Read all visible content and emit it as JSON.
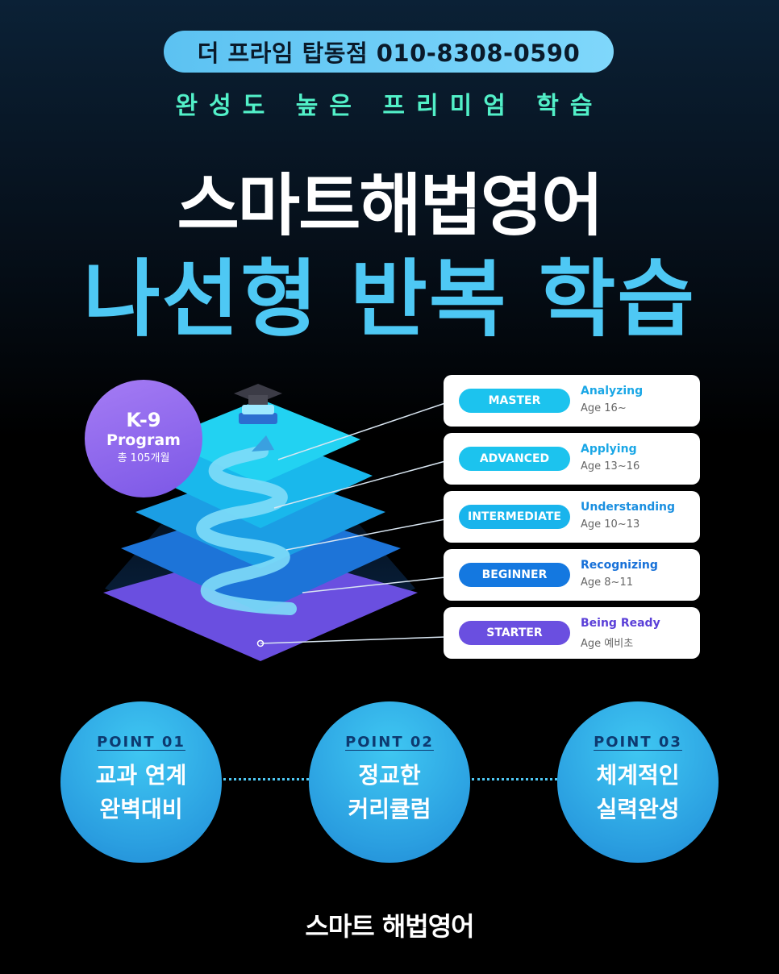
{
  "header": {
    "phone_pill": "더 프라임 탑동점 010-8308-0590",
    "tagline": "완성도 높은 프리미엄 학습",
    "title_line1": "스마트해법영어",
    "title_line2": "나선형 반복 학습"
  },
  "program": {
    "name": "K-9",
    "label": "Program",
    "duration": "총 105개월"
  },
  "levels": [
    {
      "level": "MASTER",
      "skill": "Analyzing",
      "age": "Age 16~",
      "color": "#1cc3ee"
    },
    {
      "level": "ADVANCED",
      "skill": "Applying",
      "age": "Age 13~16",
      "color": "#1cc3ee"
    },
    {
      "level": "INTERMEDIATE",
      "skill": "Understanding",
      "age": "Age 10~13",
      "color": "#19b4ec"
    },
    {
      "level": "BEGINNER",
      "skill": "Recognizing",
      "age": "Age 8~11",
      "color": "#1478e0"
    },
    {
      "level": "STARTER",
      "skill": "Being Ready",
      "age": "Age 예비초",
      "color": "#6a4fe0"
    }
  ],
  "points": [
    {
      "label": "POINT 01",
      "line1": "교과 연계",
      "line2": "완벽대비"
    },
    {
      "label": "POINT 02",
      "line1": "정교한",
      "line2": "커리큘럼"
    },
    {
      "label": "POINT 03",
      "line1": "체계적인",
      "line2": "실력완성"
    }
  ],
  "footer": {
    "logo_text": "스마트 해법영어"
  },
  "colors": {
    "accent_blue": "#4ec8f4",
    "accent_green": "#52f0c8",
    "purple": "#7b57e6"
  }
}
